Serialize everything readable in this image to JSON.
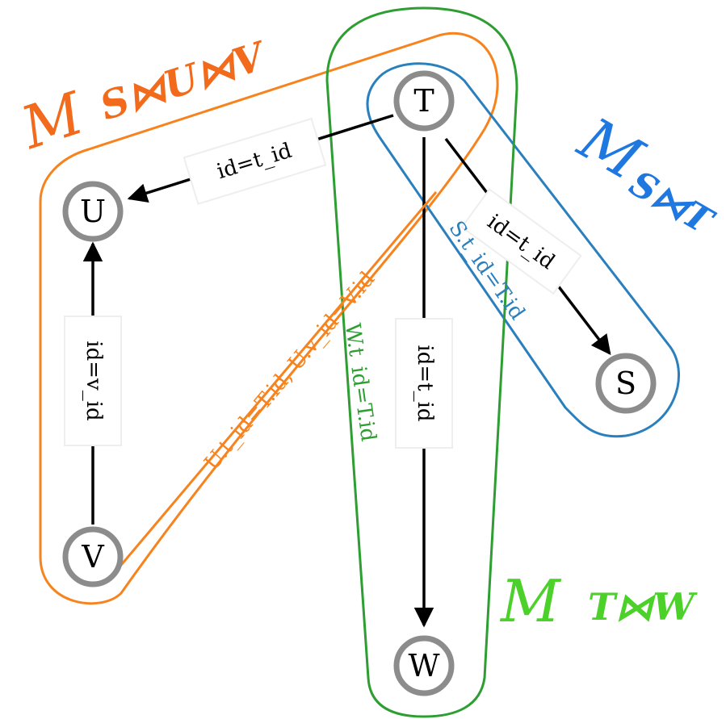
{
  "nodes": {
    "T": "T",
    "U": "U",
    "V": "V",
    "S": "S",
    "W": "W"
  },
  "edges": {
    "t_u": "id=t_id",
    "t_s": "id=t_id",
    "t_w": "id=t_id",
    "v_u": "id=v_id"
  },
  "crosslinks": {
    "s_t": "S.t_id=T.id",
    "w_t": "W.t_id=T.id",
    "u_v_t": "U.t_id=T.id, U.v_id=V.id"
  },
  "regions": {
    "suv": {
      "m": "M",
      "sub": "S⋈U⋈V",
      "color": "#f26a1b"
    },
    "st": {
      "m": "M",
      "sub": "S⋈T",
      "color": "#1f78e0"
    },
    "tw": {
      "m": "M",
      "sub": "T⋈W",
      "color": "#4bd12a"
    }
  },
  "colors": {
    "orange": "#f7831e",
    "blue": "#2a7fbd",
    "green": "#2e9e33",
    "node_ring": "#8c8c8c",
    "edge": "#000000"
  }
}
